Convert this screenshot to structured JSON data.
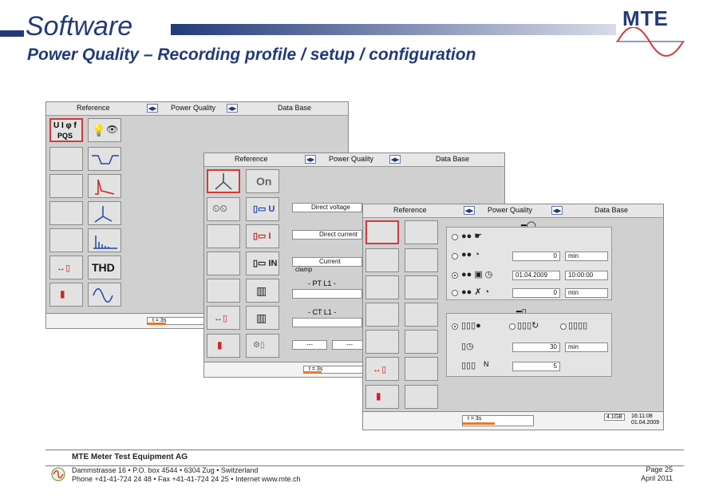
{
  "header": {
    "title": "Software",
    "subtitle": "Power Quality – Recording profile / setup / configuration",
    "logo_text": "MTE"
  },
  "screens": {
    "tabs": {
      "reference": "Reference",
      "power_quality": "Power Quality",
      "data_base": "Data Base"
    },
    "screen1": {
      "btn_uipf": "U I φ f",
      "btn_pqs": "PQS",
      "btn_thd": "THD",
      "status_time": "t = 3s"
    },
    "screen2": {
      "btn_on": "On",
      "field_voltage": "Direct voltage",
      "field_current": "Direct current",
      "field_clamp": "Current clamp",
      "pt_label": "- PT L1 -",
      "ct_label": "- CT L1 -",
      "dash1": "---",
      "dash2": "---",
      "status_time": "t = 3s"
    },
    "screen3": {
      "val_min1": "0",
      "unit_min1": "min",
      "date": "01.04.2009",
      "time": "10:00:00",
      "val_min2": "0",
      "unit_min2": "min",
      "val_min3": "30",
      "unit_min3": "min",
      "label_n": "N",
      "val_n": "5",
      "status_time": "t = 3s",
      "storage": "4.1GB",
      "clock_time": "16:11:08",
      "clock_date": "01.04.2009"
    }
  },
  "footer": {
    "company": "MTE Meter Test Equipment AG",
    "address_line1": "Dammstrasse 16 • P.O. box 4544 • 6304 Zug • Switzerland",
    "address_line2": "Phone +41-41-724 24 48 • Fax +41-41-724 24 25 • Internet www.mte.ch",
    "page": "Page 25",
    "date": "April 2011"
  },
  "colors": {
    "brand": "#223a7a",
    "selected": "#d23a3a",
    "progress": "#e27a2a"
  }
}
